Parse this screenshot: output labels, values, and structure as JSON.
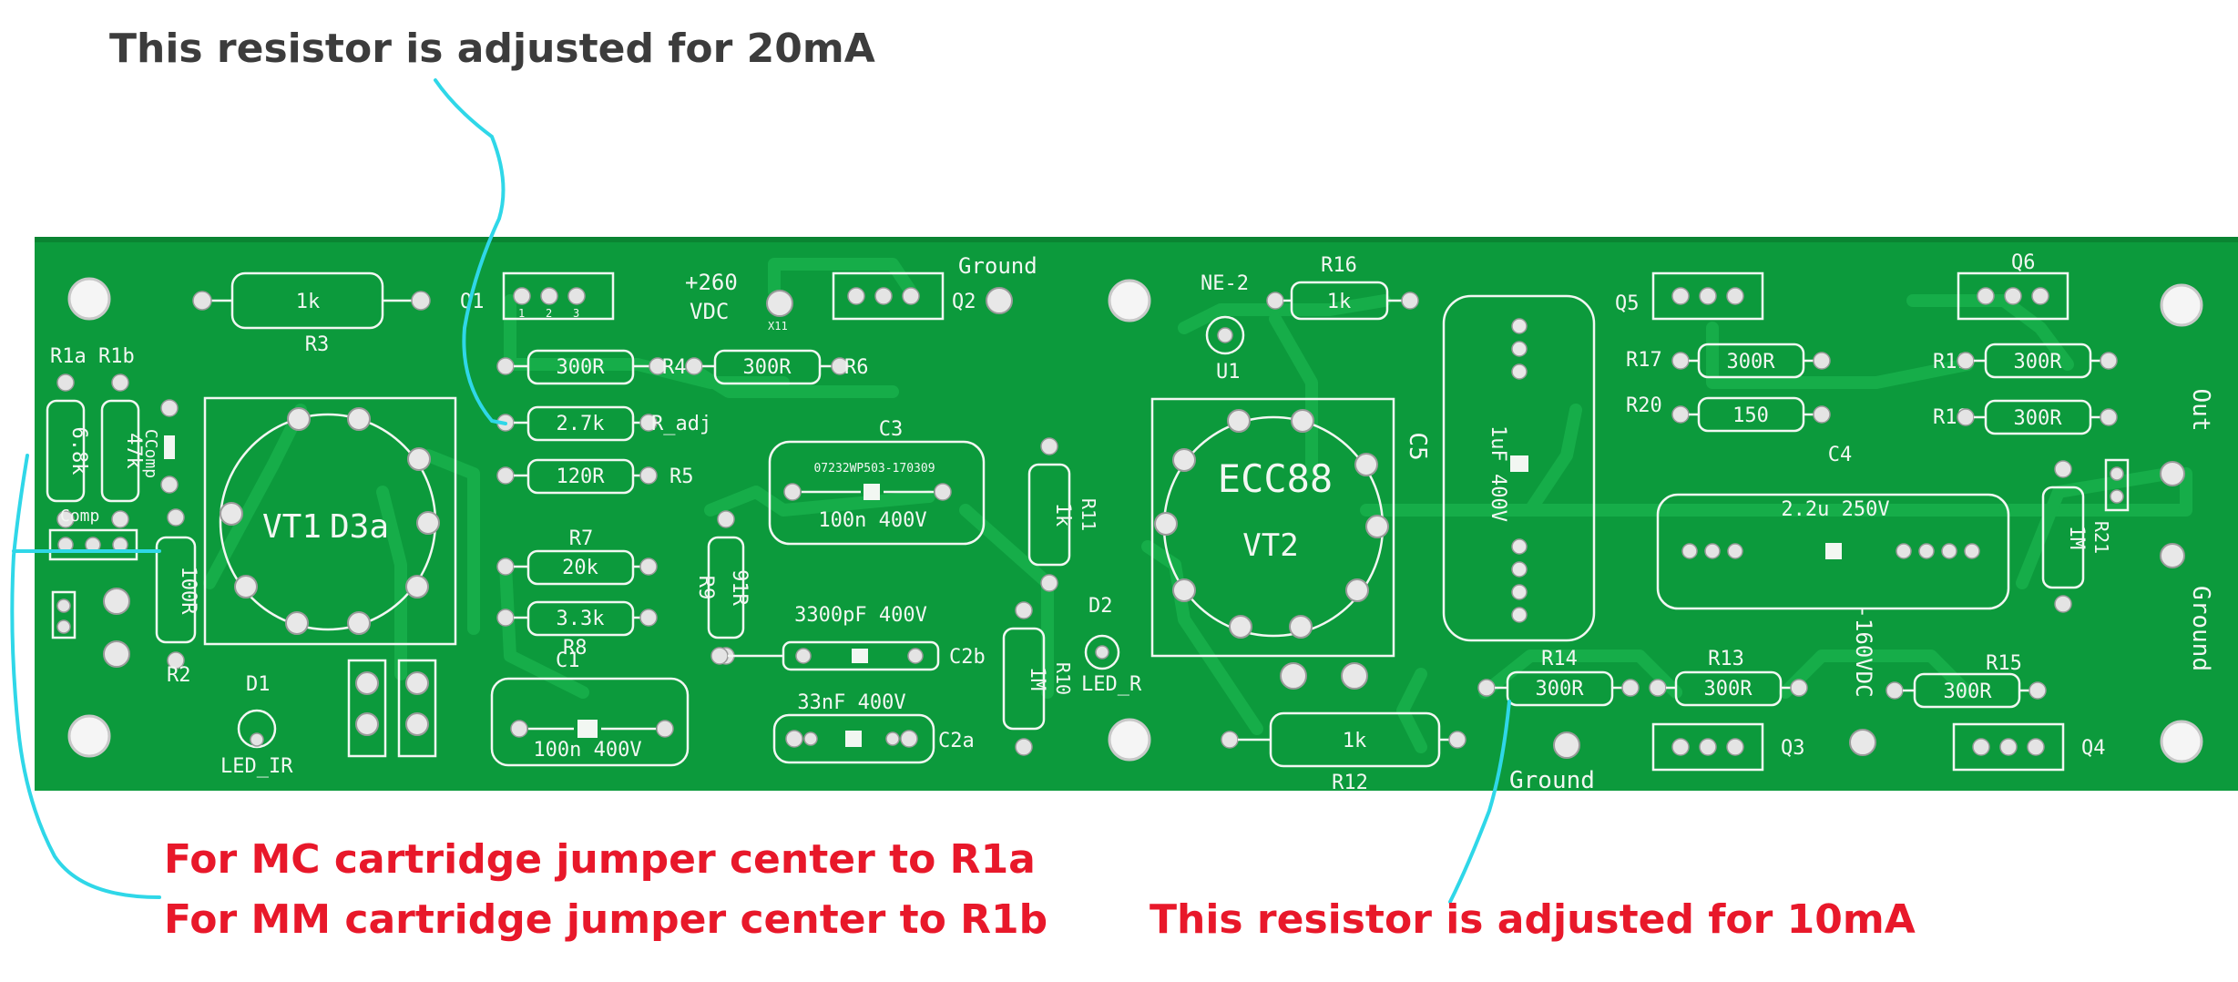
{
  "colors": {
    "board": "#0c9a3c",
    "board_dark": "#0a8a35",
    "trace": "#15ab47",
    "silk": "#f2f7f2",
    "hole": "#d4d4d4",
    "annotation_black": "#3c3c3c",
    "annotation_red": "#e8182a",
    "arrow": "#2fd7e8"
  },
  "annotations": {
    "top": "This resistor is adjusted for 20mA",
    "mc": "For MC cartridge jumper center to R1a",
    "mm": "For MM cartridge jumper center to R1b",
    "bottom_right": "This resistor is adjusted for 10mA"
  },
  "labels": {
    "r3": "R3",
    "r3_val": "1k",
    "r1a": "R1a",
    "r1b": "R1b",
    "r1a_val": "6.8k",
    "r1b_val": "47k",
    "ccomp": "CComp",
    "comp": "Comp",
    "r2": "R2",
    "r2_val": "100R",
    "d1": "D1",
    "led_ir": "LED_IR",
    "vt1": "VT1",
    "d3a": "D3a",
    "q1": "Q1",
    "r4": "R4",
    "r4_val": "300R",
    "r6": "R6",
    "r6_val": "300R",
    "radj": "R_adj",
    "radj_val": "2.7k",
    "r5": "R5",
    "r5_val": "120R",
    "r7": "R7",
    "r7_val": "20k",
    "r8": "R8",
    "r8_val": "3.3k",
    "r9": "R9",
    "r9_val": "91R",
    "c1": "C1",
    "c1_val": "100n 400V",
    "plus260": "+260",
    "vdc": "VDC",
    "x11": "X11",
    "ground_top": "Ground",
    "q2": "Q2",
    "c3": "C3",
    "c3_code": "07232WP503-170309",
    "c3_val": "100n 400V",
    "r11": "R11",
    "r11_val": "1k",
    "c2b": "C2b",
    "c2b_val": "3300pF 400V",
    "c2a": "C2a",
    "c2a_val": "33nF 400V",
    "r10": "R10",
    "r10_val": "1M",
    "d2": "D2",
    "led_r": "LED_R",
    "ne2": "NE-2",
    "u1": "U1",
    "r16": "R16",
    "r16_val": "1k",
    "ecc88": "ECC88",
    "vt2": "VT2",
    "c5": "C5",
    "c5_val": "1uF 400V",
    "r12": "R12",
    "r12_val": "1k",
    "r14": "R14",
    "r14_val": "300R",
    "ground_bottom": "Ground",
    "q5": "Q5",
    "q6": "Q6",
    "r17": "R17",
    "r17_val": "300R",
    "r19": "R19",
    "r19_val": "300R",
    "r20": "R20",
    "r20_val": "150",
    "r18": "R18",
    "r18_val": "300R",
    "c4": "C4",
    "c4_val": "2.2u 250V",
    "r21": "R21",
    "r21_val": "1M",
    "out": "Out",
    "ground_right": "Ground",
    "minus160": "-160VDC",
    "r13": "R13",
    "r13_val": "300R",
    "r15": "R15",
    "r15_val": "300R",
    "q3": "Q3",
    "q4": "Q4",
    "pin1": "1",
    "pin2": "2",
    "pin3": "3"
  }
}
